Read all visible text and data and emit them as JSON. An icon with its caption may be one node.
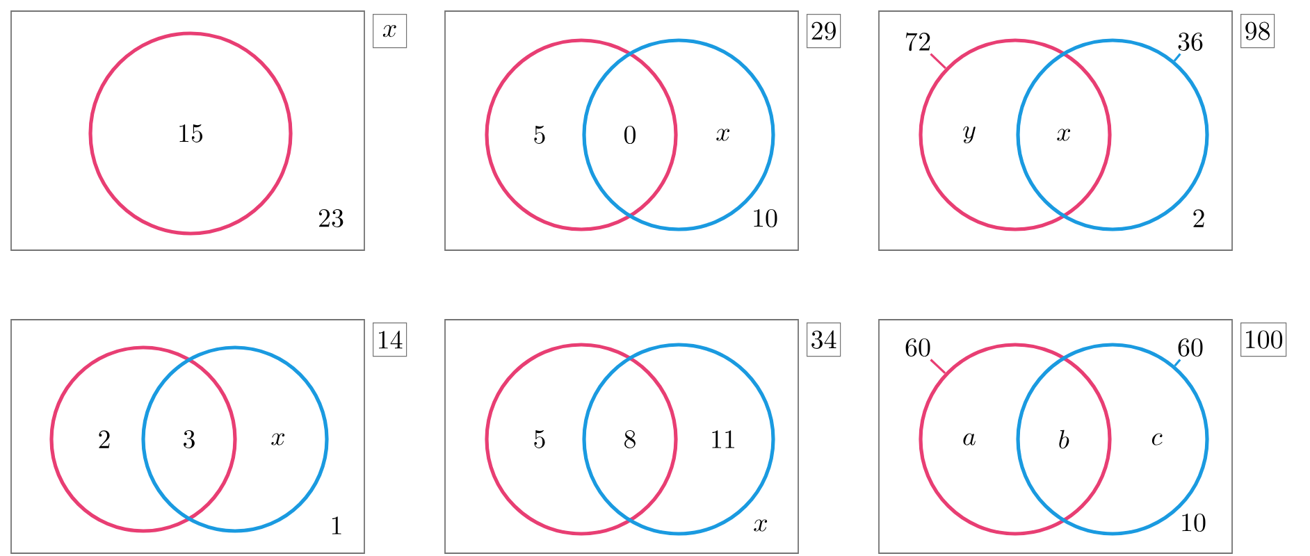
{
  "diagram": {
    "nodes": [
      {
        "text": [
          "23"
        ],
        "beside": [
          "x"
        ]
      },
      {
        "text": [],
        "shape": "circle",
        "in": 0
      },
      {
        "text": [
          "10"
        ],
        "beside": [
          "29"
        ]
      },
      {
        "text": [],
        "shape": "circle",
        "in": 2
      },
      {
        "text": [],
        "shape": "circle",
        "in": 2
      },
      {
        "text": [
          "2"
        ],
        "beside": [
          "98"
        ]
      },
      {
        "text": [
          "72"
        ],
        "in": 5
      },
      {
        "text": [
          "36"
        ],
        "in": 5
      },
      {
        "text": [],
        "shape": "circle",
        "in": 5
      },
      {
        "text": [],
        "shape": "circle",
        "in": 5
      },
      {
        "text": [
          "1"
        ],
        "beside": [
          "14"
        ]
      },
      {
        "text": [],
        "shape": "circle",
        "in": 10
      },
      {
        "text": [],
        "shape": "circle",
        "in": 10
      },
      {
        "text": [
          "x"
        ],
        "beside": [
          "34"
        ]
      },
      {
        "text": [],
        "shape": "circle",
        "in": 13
      },
      {
        "text": [],
        "shape": "circle",
        "in": 13
      },
      {
        "text": [
          "10"
        ],
        "beside": [
          "100"
        ]
      },
      {
        "text": [
          "60"
        ],
        "in": 16
      },
      {
        "text": [
          "60"
        ],
        "in": 16
      },
      {
        "text": [],
        "shape": "circle",
        "in": 16
      },
      {
        "text": [],
        "shape": "circle",
        "in": 16
      }
    ],
    "edges": [
      {
        "from": 6,
        "to": 8,
        "arrow": "none",
        "color": "#e83e73"
      },
      {
        "from": 7,
        "to": 9,
        "arrow": "none",
        "color": "#1a9ae0"
      },
      {
        "from": 17,
        "to": 19,
        "arrow": "none",
        "color": "#e83e73"
      },
      {
        "from": 18,
        "to": 20,
        "arrow": "none",
        "color": "#1a9ae0"
      }
    ],
    "labels": [
      "15",
      "5",
      "0",
      "x",
      "y",
      "x",
      "2",
      "3",
      "x",
      "5",
      "8",
      "11",
      "a",
      "b",
      "c"
    ]
  }
}
